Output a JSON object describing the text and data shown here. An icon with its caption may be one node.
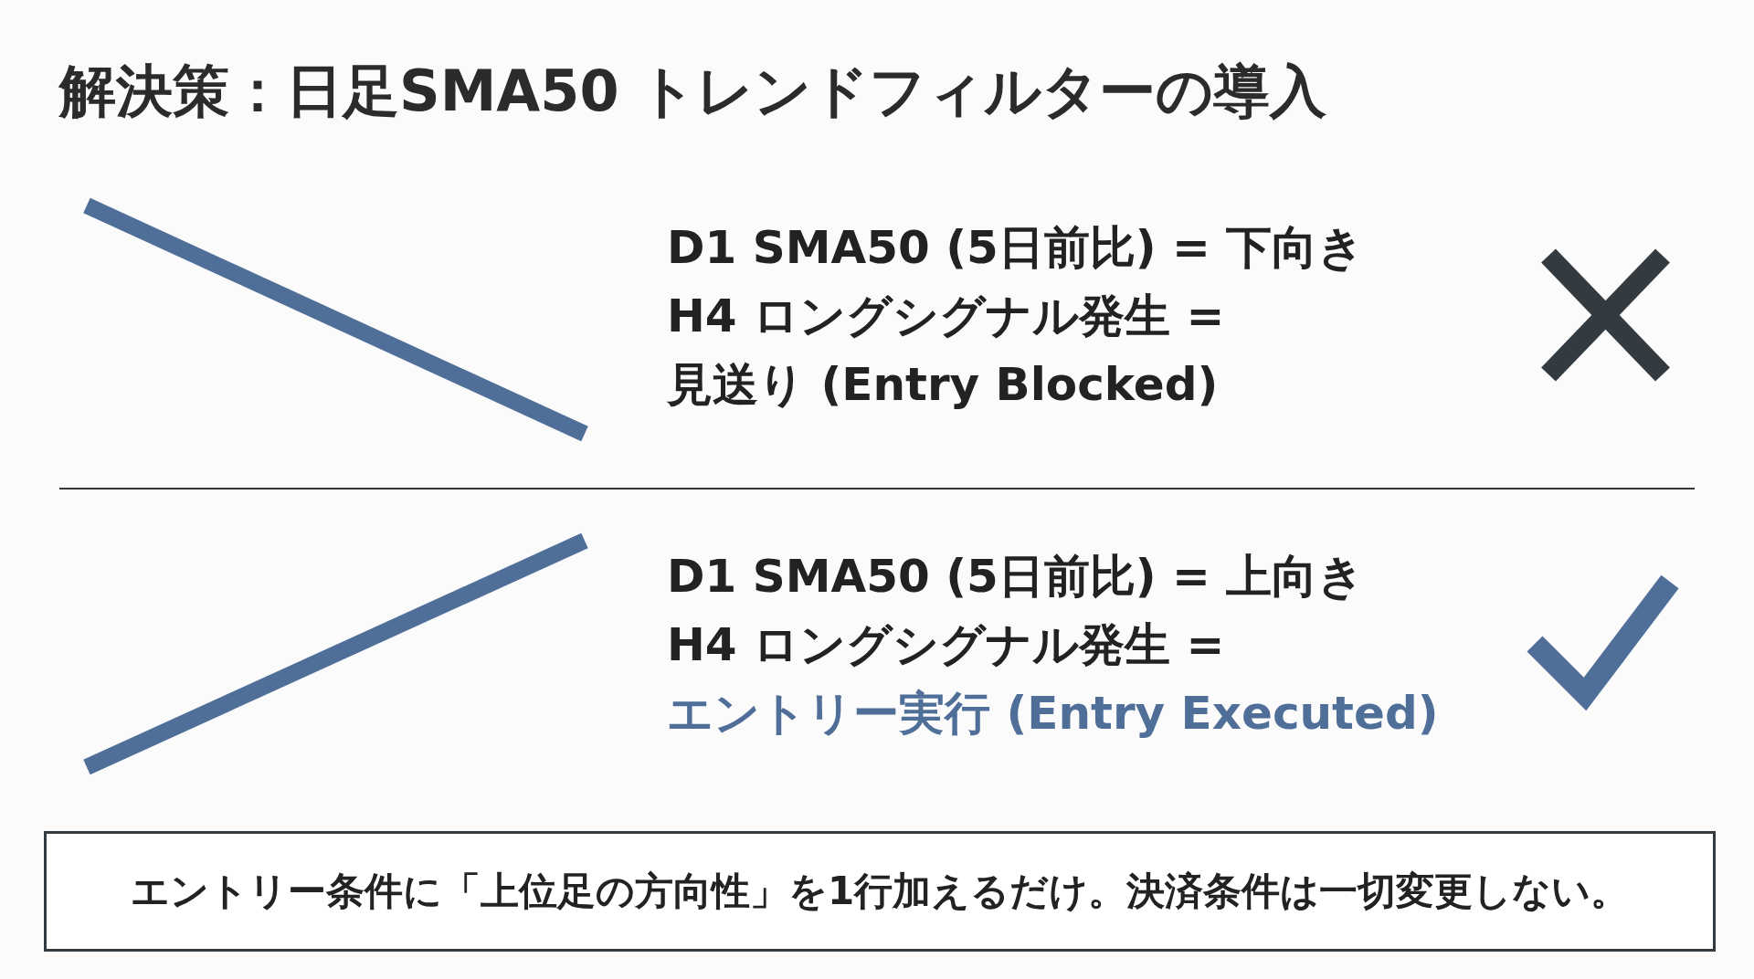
{
  "diagram": {
    "title": "解決策：日足SMA50 トレンドフィルターの導入",
    "nodes": [
      {
        "text": [
          "エントリー条件に「上位足の方向性」を1行加えるだけ。決済条件は一切変更しない。"
        ]
      }
    ],
    "labels": [
      "D1 SMA50 (5日前比) = 下向き",
      "H4 ロングシグナル発生 =",
      "見送り (Entry Blocked)",
      "D1 SMA50 (5日前比) = 上向き",
      "H4 ロングシグナル発生 =",
      "エントリー実行 (Entry Executed)"
    ]
  }
}
